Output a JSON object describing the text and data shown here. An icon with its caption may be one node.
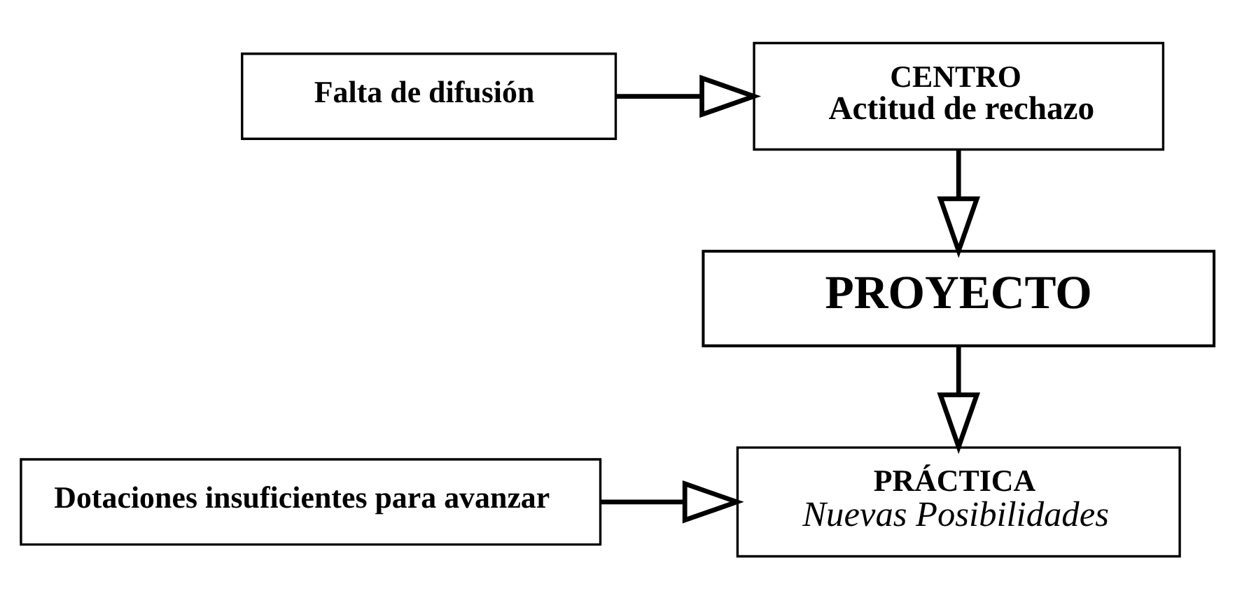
{
  "diagram": {
    "nodes": [
      {
        "text": [
          "Falta de difusión"
        ]
      },
      {
        "text": [
          "CENTRO",
          "Actitud de rechazo"
        ]
      },
      {
        "text": [
          "PROYECTO"
        ]
      },
      {
        "text": [
          "PRÁCTICA",
          "Nuevas Posibilidades"
        ]
      },
      {
        "text": [
          "Dotaciones insuficientes para avanzar"
        ]
      }
    ],
    "edges": [
      {
        "from": 0,
        "to": 1,
        "arrow": "to"
      },
      {
        "from": 1,
        "to": 2,
        "arrow": "to"
      },
      {
        "from": 2,
        "to": 3,
        "arrow": "to"
      },
      {
        "from": 4,
        "to": 3,
        "arrow": "to"
      }
    ]
  }
}
